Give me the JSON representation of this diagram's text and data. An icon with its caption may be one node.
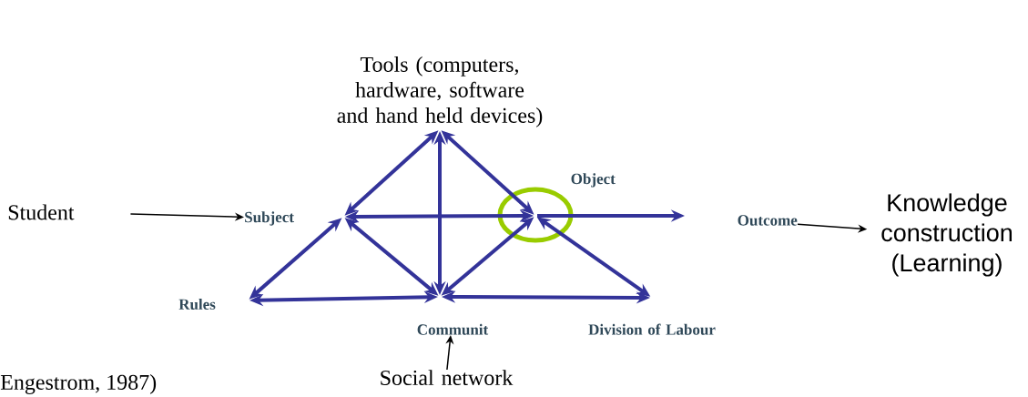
{
  "diagram": {
    "nodes": [
      {
        "text": [
          "Tools (computers, hardware, software and hand held devices)"
        ]
      },
      {
        "text": [
          "Student"
        ]
      },
      {
        "text": [
          "Subject"
        ]
      },
      {
        "text": [
          "Object"
        ]
      },
      {
        "text": [
          "Outcome"
        ]
      },
      {
        "text": [
          "Knowledge construction (Learning)"
        ]
      },
      {
        "text": [
          "Rules"
        ]
      },
      {
        "text": [
          "Communit"
        ]
      },
      {
        "text": [
          "Division of Labour"
        ]
      },
      {
        "text": [
          "Social network"
        ]
      }
    ],
    "edges": [
      {
        "from": 0,
        "to": 2,
        "arrow": "both"
      },
      {
        "from": 0,
        "to": 7,
        "arrow": "both"
      },
      {
        "from": 0,
        "to": 3,
        "arrow": "both"
      },
      {
        "from": 2,
        "to": 3,
        "arrow": "both"
      },
      {
        "from": 3,
        "to": 4,
        "arrow": "to"
      },
      {
        "from": 2,
        "to": 6,
        "arrow": "both"
      },
      {
        "from": 2,
        "to": 7,
        "arrow": "both"
      },
      {
        "from": 6,
        "to": 7,
        "arrow": "both"
      },
      {
        "from": 7,
        "to": 3,
        "arrow": "both"
      },
      {
        "from": 7,
        "to": 8,
        "arrow": "both"
      },
      {
        "from": 3,
        "to": 8,
        "arrow": "both"
      },
      {
        "from": 1,
        "to": 2,
        "arrow": "to",
        "color": "#000000"
      },
      {
        "from": 4,
        "to": 5,
        "arrow": "to",
        "color": "#000000"
      },
      {
        "from": 9,
        "to": 7,
        "arrow": "to",
        "color": "#000000"
      }
    ],
    "labels": [
      "Engestrom, 1987)"
    ]
  }
}
